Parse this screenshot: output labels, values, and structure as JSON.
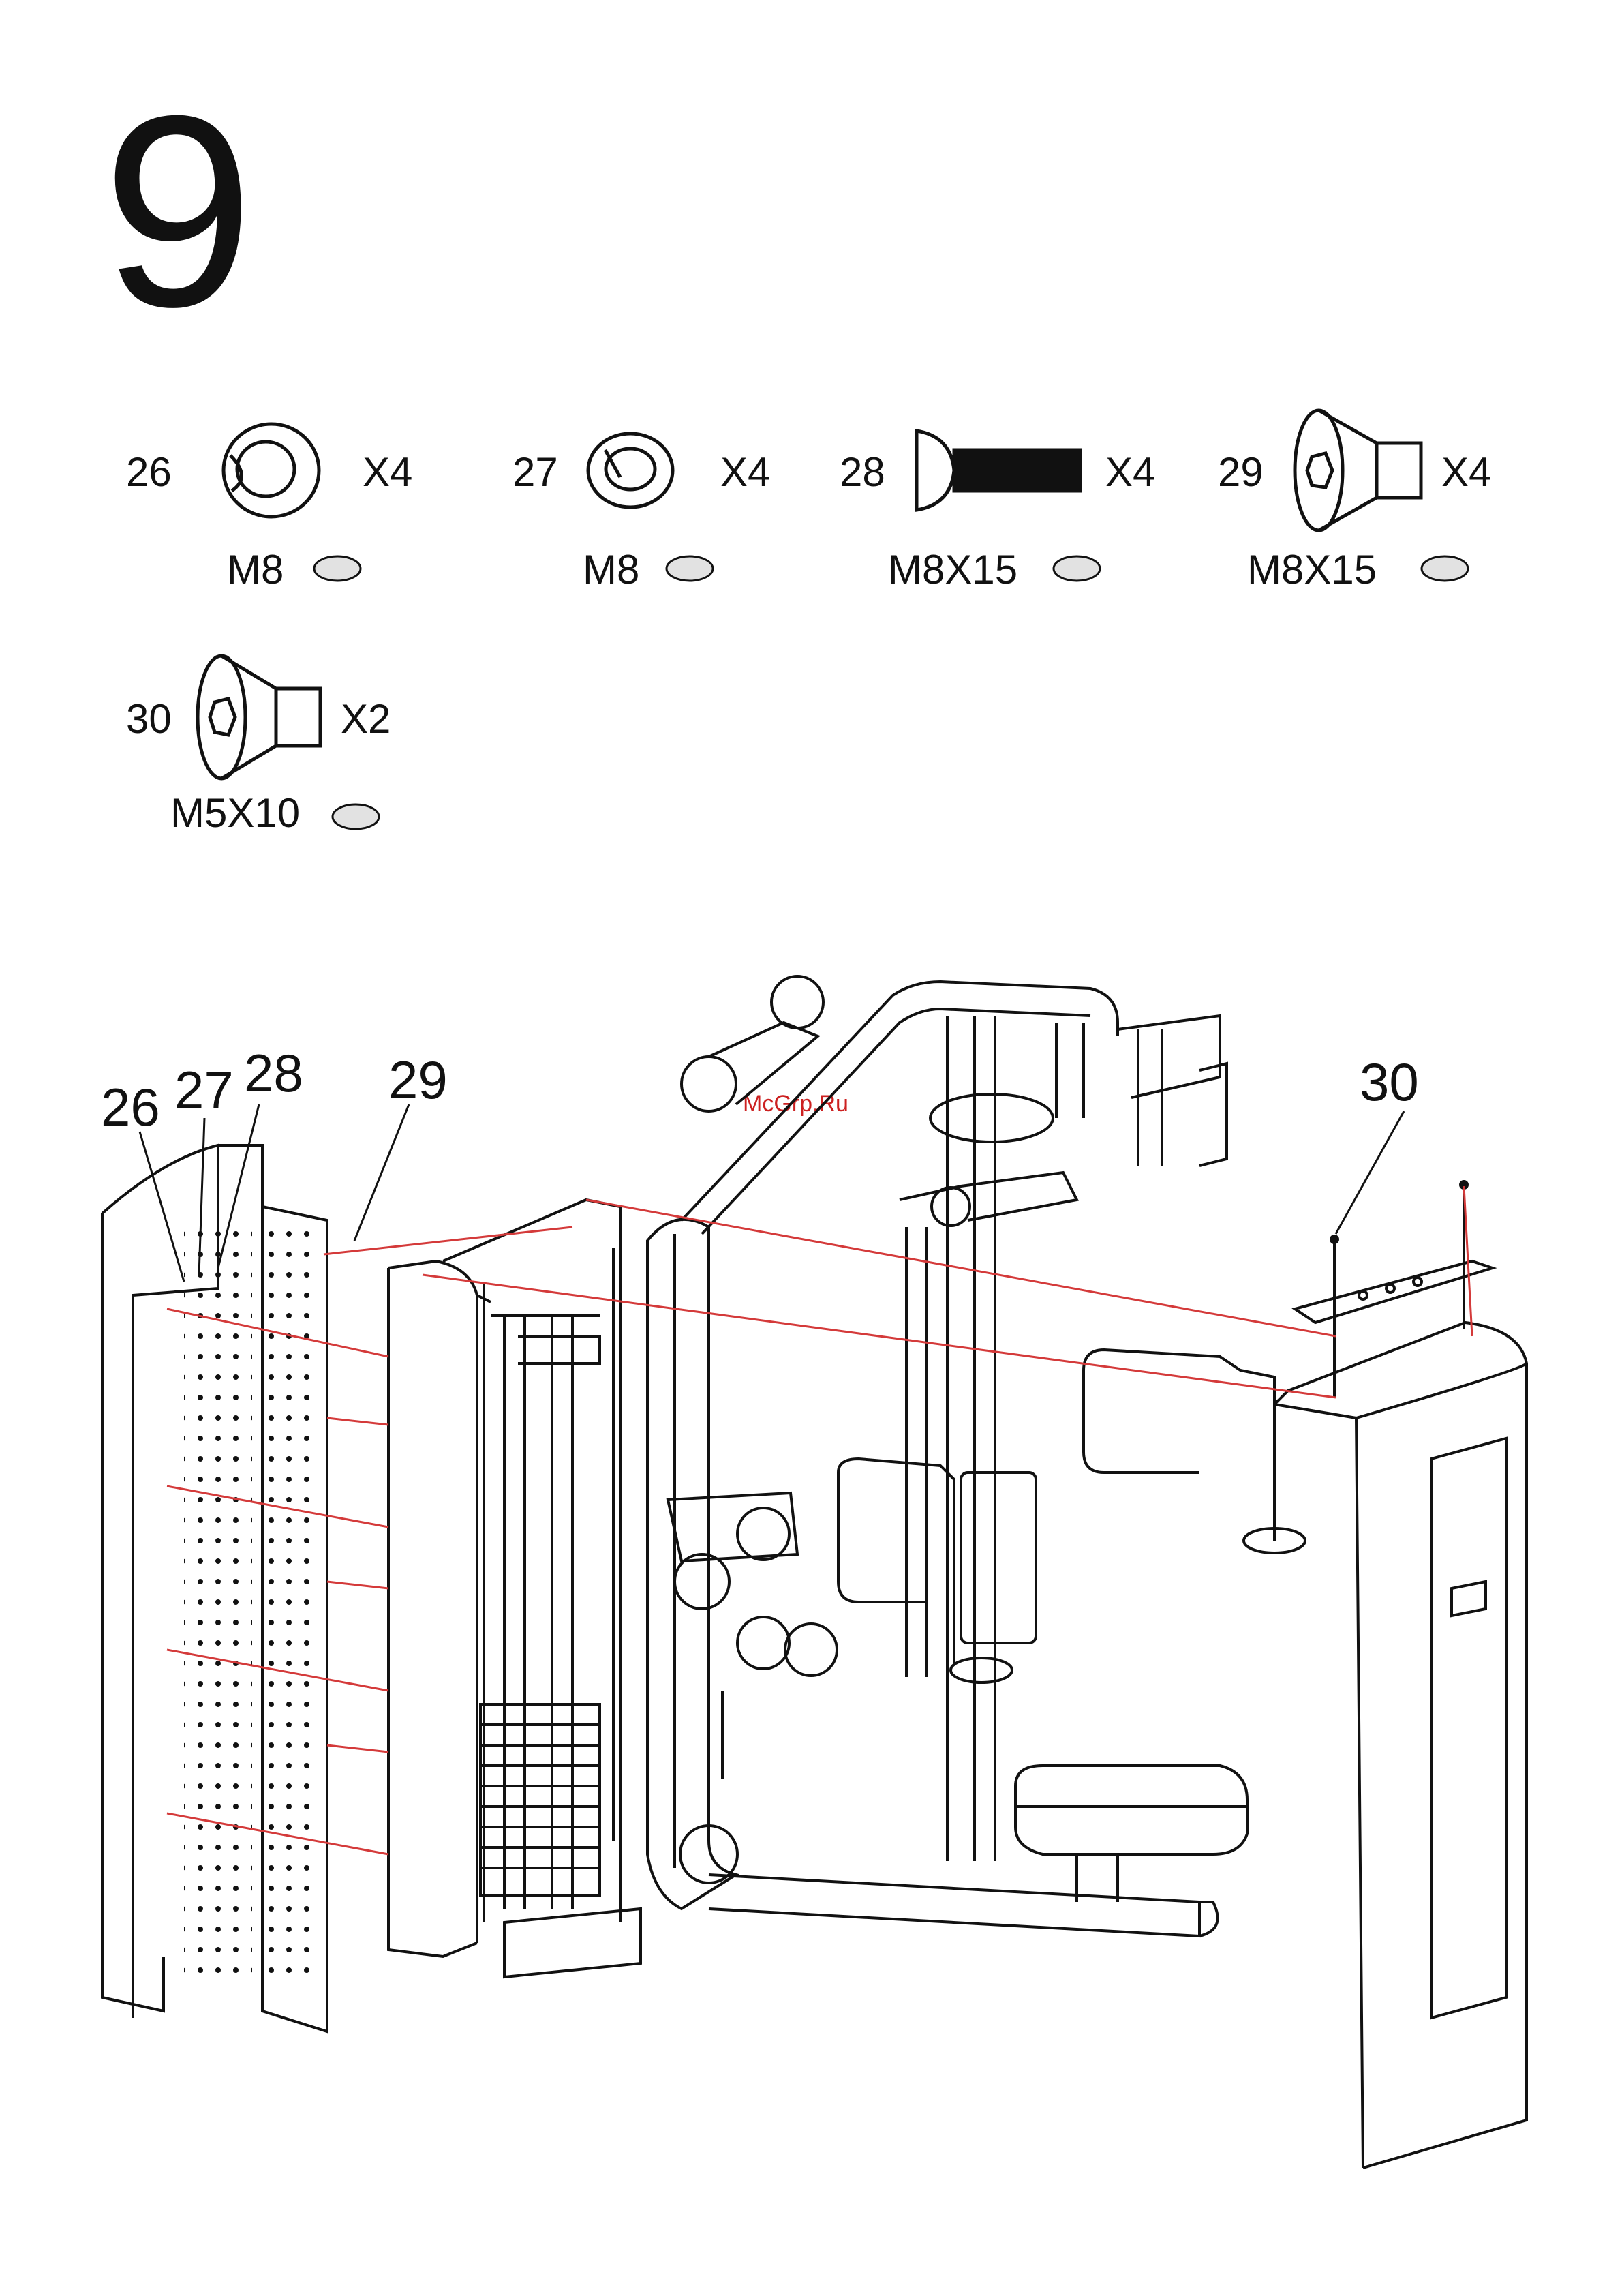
{
  "step": {
    "number": "9"
  },
  "parts": [
    {
      "id": "26",
      "qty": "X4",
      "size": "M8",
      "icon": "washer-icon"
    },
    {
      "id": "27",
      "qty": "X4",
      "size": "M8",
      "icon": "spring-washer-icon"
    },
    {
      "id": "28",
      "qty": "X4",
      "size": "M8X15",
      "icon": "button-head-bolt-icon"
    },
    {
      "id": "29",
      "qty": "X4",
      "size": "M8X15",
      "icon": "countersunk-bolt-icon"
    },
    {
      "id": "30",
      "qty": "X2",
      "size": "M5X10",
      "icon": "countersunk-bolt-icon"
    }
  ],
  "callouts": [
    "26",
    "27",
    "28",
    "29",
    "30"
  ],
  "watermark": "McGrp.Ru",
  "colors": {
    "line": "#111111",
    "guide": "#d43a3a",
    "badge": "#e2e2e2"
  }
}
